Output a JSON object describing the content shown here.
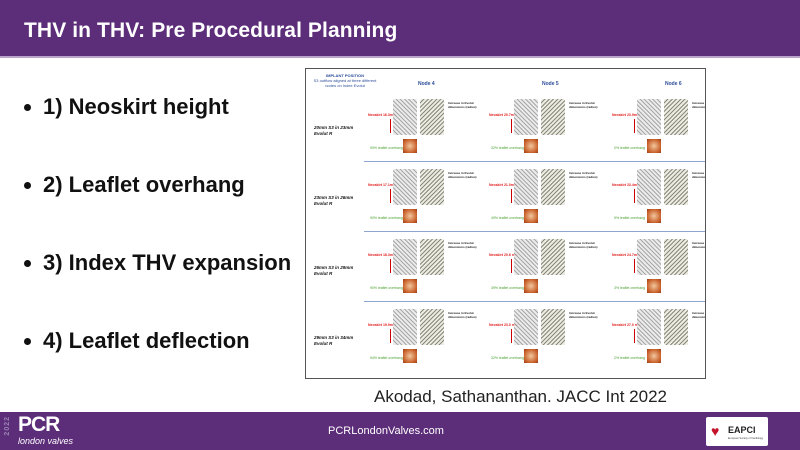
{
  "header": {
    "title": "THV in THV: Pre Procedural  Planning"
  },
  "bullets": [
    "1) Neoskirt height",
    "2) Leaflet overhang",
    "3) Index THV expansion",
    "4) Leaflet deflection"
  ],
  "figure": {
    "implant_title": "IMPLANT POSITION",
    "implant_sub": "S3 outflow aligned at three different nodes on Index Evolut",
    "nodes": [
      "Node 4",
      "Node 5",
      "Node 6"
    ],
    "increase_label": "Increase in Evolut dimensions (radius)",
    "rows": [
      {
        "label": "20mm S3 in 23mm Evolut R",
        "neoskirt": [
          "Neoskirt 16.3mm",
          "Neoskirt 20.7mm",
          "Neoskirt 23.9mm"
        ],
        "overhang": [
          "90% leaflet overhang",
          "32% leaflet overhang",
          "0% leaflet overhang"
        ]
      },
      {
        "label": "23mm S3 in 26mm Evolut R",
        "neoskirt": [
          "Neoskirt 17.1mm",
          "Neoskirt 21.0mm",
          "Neoskirt 23.4mm"
        ],
        "overhang": [
          "90% leaflet overhang",
          "49% leaflet overhang",
          "9% leaflet overhang"
        ]
      },
      {
        "label": "26mm S3 in 29mm Evolut R",
        "neoskirt": [
          "Neoskirt 18.3mm",
          "Neoskirt 20.6 mm",
          "Neoskirt 24.7mm"
        ],
        "overhang": [
          "90% leaflet overhang",
          "39% leaflet overhang",
          "3% leaflet overhang"
        ]
      },
      {
        "label": "29mm S3 in 34mm Evolut R",
        "neoskirt": [
          "Neoskirt 19.9mm",
          "Neoskirt 23.0 mm",
          "Neoskirt 27.0 mm"
        ],
        "overhang": [
          "94% leaflet overhang",
          "32% leaflet overhang",
          "2% leaflet overhang"
        ]
      }
    ]
  },
  "citation": "Akodad, Sathananthan. JACC Int 2022",
  "footer": {
    "year": "2022",
    "logo": "PCR",
    "logo_sub": "london valves",
    "url": "PCRLondonValves.com",
    "partner": "EAPCI",
    "partner_sub": "European Society of Cardiology"
  }
}
